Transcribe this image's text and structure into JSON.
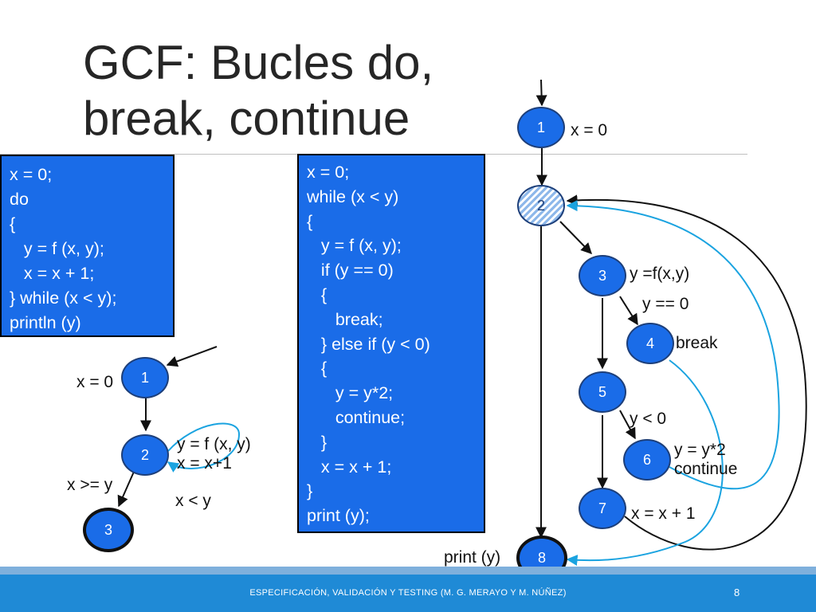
{
  "slide": {
    "title": "GCF: Bucles do,\nbreak, continue",
    "footer": "ESPECIFICACIÓN, VALIDACIÓN Y TESTING (M. G. MERAYO Y M. NÚÑEZ)",
    "page_number": "8"
  },
  "code_blocks": {
    "do_while": "x = 0;\ndo\n{\n   y = f (x, y);\n   x = x + 1;\n} while (x < y);\nprintln (y)",
    "while_break_continue": "x = 0;\nwhile (x < y)\n{\n   y = f (x, y);\n   if (y == 0)\n   {\n      break;\n   } else if (y < 0)\n   {\n      y = y*2;\n      continue;\n   }\n   x = x + 1;\n}\nprint (y);"
  },
  "small_graph": {
    "nodes": [
      "1",
      "2",
      "3"
    ],
    "labels": {
      "n1": "x = 0",
      "n2": "y = f (x, y)\nx = x+1",
      "exit": "x >= y",
      "loop": "x < y"
    }
  },
  "big_graph": {
    "nodes": [
      "1",
      "2",
      "3",
      "4",
      "5",
      "6",
      "7",
      "8"
    ],
    "labels": {
      "n1": "x = 0",
      "n3": "y =f(x,y)",
      "e34": "y == 0",
      "n4": "break",
      "e56": "y < 0",
      "n6": "y = y*2\ncontinue",
      "n7": "x = x + 1",
      "n8": "print (y)"
    }
  },
  "colors": {
    "node_fill": "#1a6ce8",
    "code_box": "#1a6ce8",
    "edge": "#111111",
    "highlight_edge": "#1aa3e0",
    "footer": "#1f8ad6"
  }
}
